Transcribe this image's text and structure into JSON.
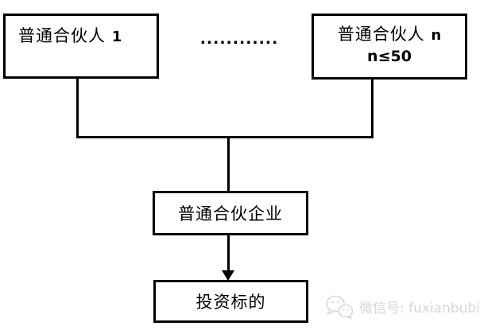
{
  "diagram": {
    "nodes": {
      "gp1": {
        "label_cn": "普通合伙人",
        "label_suffix": "1"
      },
      "gpn": {
        "label_cn": "普通合伙人",
        "label_suffix": "n",
        "constraint": "n≤50"
      },
      "enterprise": {
        "label": "普通合伙企业"
      },
      "target": {
        "label": "投资标的"
      }
    },
    "separator": {
      "dots": "............"
    }
  },
  "watermark": {
    "text": "微信号: fuxianbubin",
    "icon": "wechat-icon"
  },
  "colors": {
    "line": "#000000",
    "text": "#000000",
    "background": "#ffffff",
    "watermark": "#d7d7d7"
  }
}
